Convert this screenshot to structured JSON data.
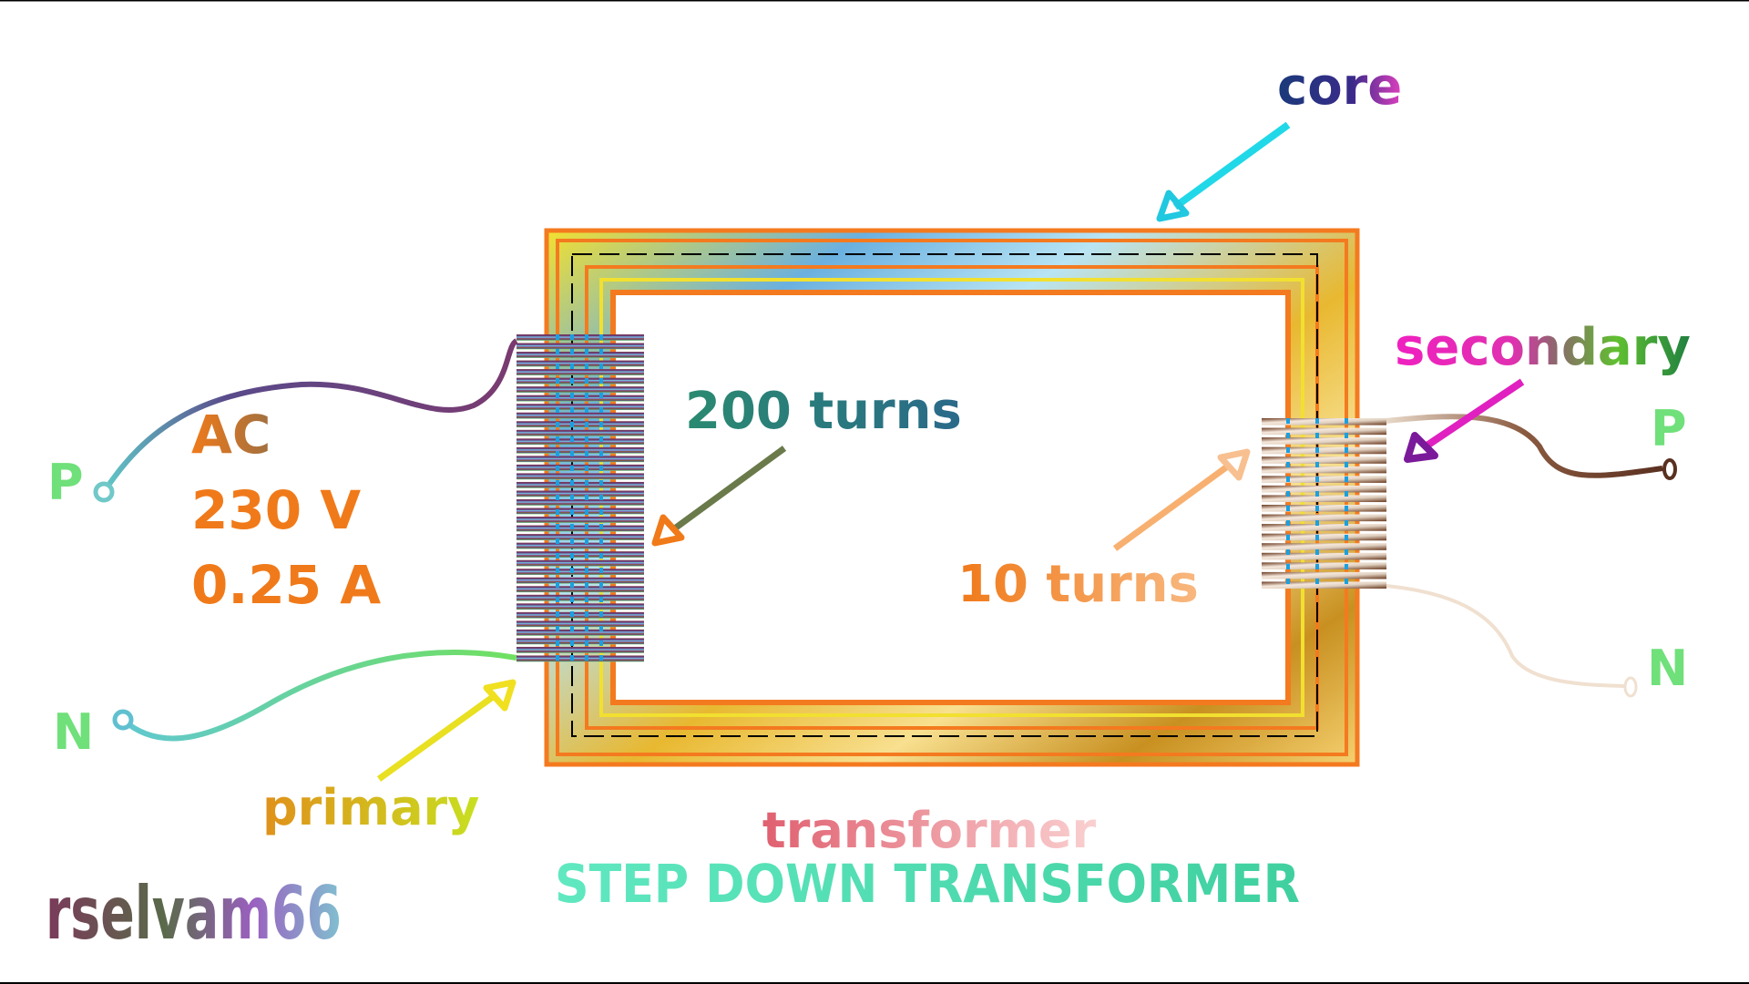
{
  "title": "STEP DOWN TRANSFORMER",
  "subtitle": "transformer",
  "watermark": "rselvam66",
  "core_label": "core",
  "primary": {
    "label": "primary",
    "turns": "200 turns",
    "supply": [
      "AC",
      "230 V",
      "0.25 A"
    ],
    "terminal_p": "P",
    "terminal_n": "N",
    "turn_count": 200
  },
  "secondary": {
    "label": "secondary",
    "turns": "10 turns",
    "terminal_p": "P",
    "terminal_n": "N",
    "turn_count": 10
  },
  "colors": {
    "core_orange": "#f47a1f",
    "core_gold": "#e8b830",
    "core_blue": "#5aa8d8",
    "supply_text": "#f07a1a",
    "terminal_green": "#6ee07a",
    "title_teal": "#5de0b8",
    "subtitle_pink": "#e07070",
    "turns_teal": "#2a8a80"
  }
}
